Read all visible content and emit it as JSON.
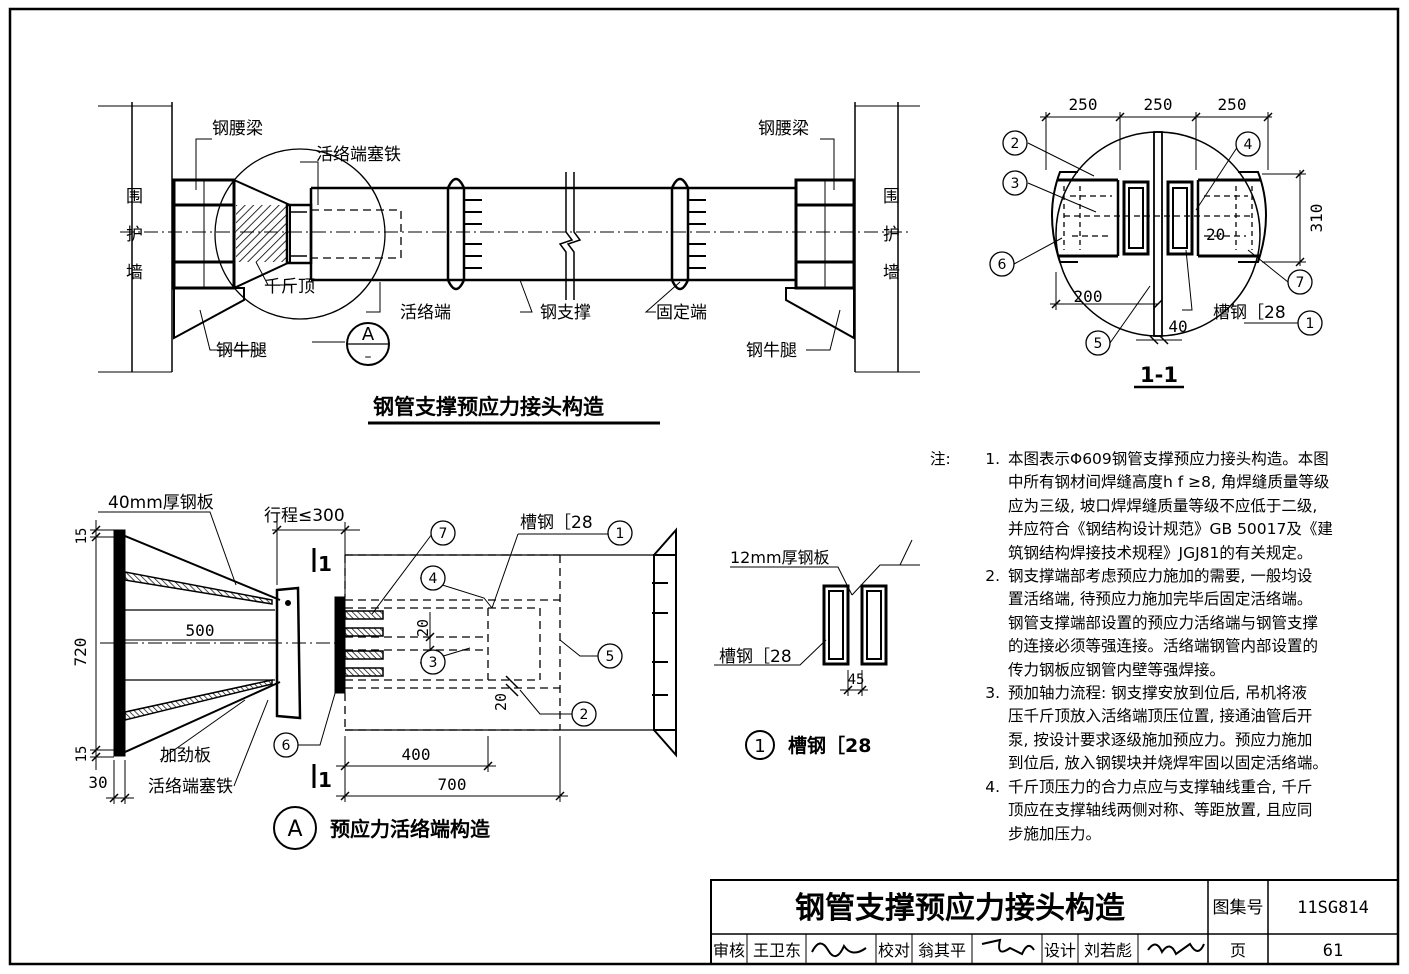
{
  "main_drawing": {
    "title": "钢管支撑预应力接头构造",
    "label_waist_beam_left": "钢腰梁",
    "label_waist_beam_right": "钢腰梁",
    "label_wall_left": [
      "围",
      "护",
      "墙"
    ],
    "label_wall_right": [
      "围",
      "护",
      "墙"
    ],
    "label_wedge_iron": "活络端塞铁",
    "label_jack": "千斤顶",
    "label_live_end": "活络端",
    "label_steel_strut": "钢支撑",
    "label_fixed_end": "固定端",
    "label_corbel_left": "钢牛腿",
    "label_corbel_right": "钢牛腿",
    "callout_top": "A",
    "callout_bottom": "–"
  },
  "section_1_1": {
    "title": "1-1",
    "dim_top": [
      "250",
      "250",
      "250"
    ],
    "dim_height": "310",
    "dim_20": "20",
    "dim_200": "200",
    "dim_40": "40",
    "label_channel": "槽钢［28",
    "markers": [
      "1",
      "2",
      "3",
      "4",
      "5",
      "6",
      "7"
    ]
  },
  "detail_a": {
    "title_marker": "A",
    "title": "预应力活络端构造",
    "label_plate": "40mm厚钢板",
    "label_stroke": "行程≤300",
    "label_stiffener": "加劲板",
    "label_wedge_iron": "活络端塞铁",
    "label_channel": "槽钢［28",
    "section_mark": "1",
    "dim_15_top": "15",
    "dim_15_bottom": "15",
    "dim_720": "720",
    "dim_500": "500",
    "dim_30": "30",
    "dim_400": "400",
    "dim_700": "700",
    "dim_20_a": "20",
    "dim_20_b": "20",
    "markers": [
      "1",
      "3",
      "4",
      "5",
      "2",
      "6",
      "7"
    ]
  },
  "channel_detail": {
    "label_plate": "12mm厚钢板",
    "label_channel": "槽钢［28",
    "dim_45": "45",
    "title_marker": "1",
    "title": "槽钢［28"
  },
  "notes": {
    "heading": "注:",
    "items": [
      {
        "num": "1.",
        "lines": [
          "本图表示Φ609钢管支撑预应力接头构造。本图",
          "中所有钢材间焊缝高度h f ≥8, 角焊缝质量等级",
          "应为三级, 坡口焊焊缝质量等级不应低于二级,",
          "并应符合《钢结构设计规范》GB 50017及《建",
          "筑钢结构焊接技术规程》JGJ81的有关规定。"
        ]
      },
      {
        "num": "2.",
        "lines": [
          "钢支撑端部考虑预应力施加的需要, 一般均设",
          "置活络端, 待预应力施加完毕后固定活络端。",
          "钢管支撑端部设置的预应力活络端与钢管支撑",
          "的连接必须等强连接。活络端钢管内部设置的",
          "传力钢板应钢管内壁等强焊接。"
        ]
      },
      {
        "num": "3.",
        "lines": [
          "预加轴力流程: 钢支撑安放到位后, 吊机将液",
          "压千斤顶放入活络端顶压位置, 接通油管后开",
          "泵, 按设计要求逐级施加预应力。预应力施加",
          "到位后, 放入钢锲块并烧焊牢固以固定活络端。"
        ]
      },
      {
        "num": "4.",
        "lines": [
          "千斤顶压力的合力点应与支撑轴线重合, 千斤",
          "顶应在支撑轴线两侧对称、等距放置, 且应同",
          "步施加压力。"
        ]
      }
    ]
  },
  "title_block": {
    "title": "钢管支撑预应力接头构造",
    "atlas_label": "图集号",
    "atlas_no": "11SG814",
    "review_label": "审核",
    "reviewer": "王卫东",
    "check_label": "校对",
    "checker": "翁其平",
    "design_label": "设计",
    "designer": "刘若彪",
    "page_label": "页",
    "page_no": "61"
  }
}
